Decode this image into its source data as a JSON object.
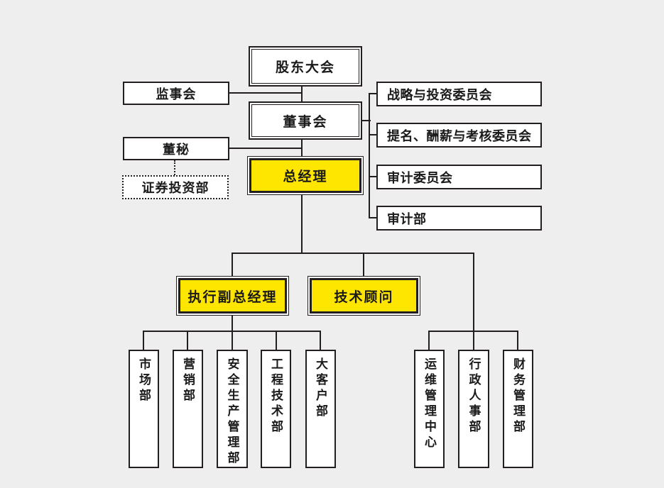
{
  "colors": {
    "background": "#eeeeee",
    "box_fill": "#ffffff",
    "highlight_fill": "#ffe600",
    "line_and_border": "#231f20",
    "text": "#1a1a1a"
  },
  "nodes": {
    "shareholders_meeting": "股东大会",
    "supervisory_board": "监事会",
    "board_of_directors": "董事会",
    "board_secretary": "董秘",
    "securities_investment_dept": "证券投资部",
    "general_manager": "总经理",
    "committees": [
      "战略与投资委员会",
      "提名、酬薪与考核委员会",
      "审计委员会",
      "审计部"
    ],
    "executive_vice_gm": "执行副总经理",
    "technical_advisor": "技术顾问",
    "evp_departments": [
      "市场部",
      "营销部",
      "安全生产管理部",
      "工程技术部",
      "大客户部"
    ],
    "gm_departments": [
      "运维管理中心",
      "行政人事部",
      "财务管理部"
    ]
  }
}
